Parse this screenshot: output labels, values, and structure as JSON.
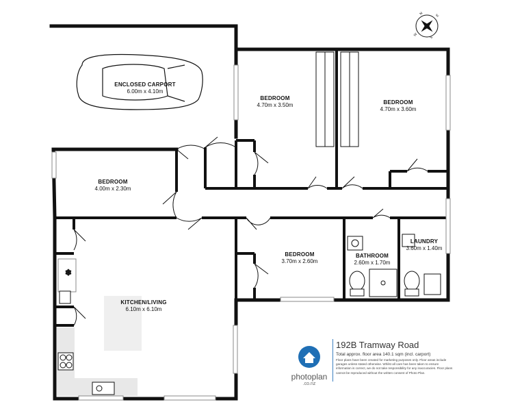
{
  "rooms": {
    "carport": {
      "name": "ENCLOSED CARPORT",
      "size": "6.00m  x 4.10m"
    },
    "bedroom_top_mid": {
      "name": "BEDROOM",
      "size": "4.70m  x 3.50m"
    },
    "bedroom_top_right": {
      "name": "BEDROOM",
      "size": "4.70m  x 3.60m"
    },
    "bedroom_left": {
      "name": "BEDROOM",
      "size": "4.00m  x 2.30m"
    },
    "bedroom_lower_mid": {
      "name": "BEDROOM",
      "size": "3.70m  x 2.60m"
    },
    "bathroom": {
      "name": "BATHROOM",
      "size": "2.60m  x 1.70m"
    },
    "laundry": {
      "name": "LAUNDRY",
      "size": "3.60m  x 1.40m"
    },
    "kitchen_living": {
      "name": "KITCHEN/LIVING",
      "size": "6.10m  x 6.10m"
    }
  },
  "info": {
    "address": "192B Tramway Road",
    "area": "Total approx. floor area 140.1 sqm (incl. carport)",
    "disclaimer": "Floor plans have been created for marketing purposes only. Floor areas include garages unless stated otherwise. Whilst all care has been taken to ensure information is correct, we do not take responsibility for any inaccuracies. Floor plans cannot be reproduced without the written consent of Photo Plan."
  },
  "logo": {
    "brand": "photoplan",
    "tld": ".co.nz"
  },
  "compass": {
    "north": "N",
    "south": "S",
    "east": "E",
    "west": "W"
  },
  "colors": {
    "wall": "#111111",
    "counter": "#e8e8e8",
    "accent": "#3c7fc0",
    "logo": "#1f6fb5"
  }
}
